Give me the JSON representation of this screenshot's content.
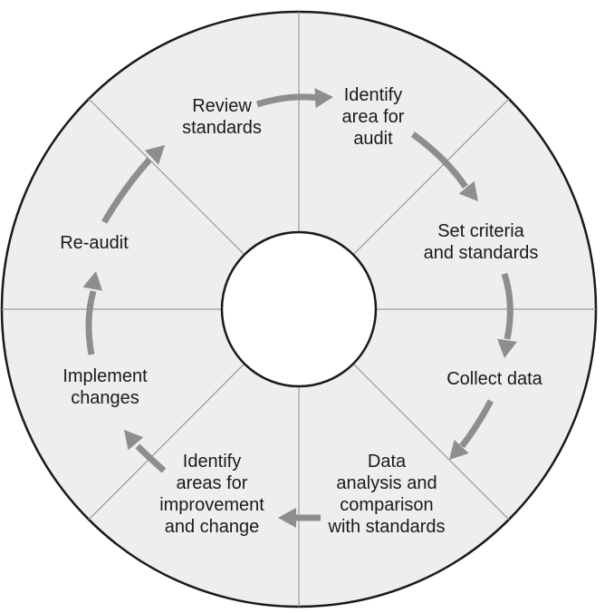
{
  "steps": [
    {
      "id": "identify-area",
      "text": "Identify\narea for\naudit"
    },
    {
      "id": "set-criteria",
      "text": "Set criteria\nand standards"
    },
    {
      "id": "collect-data",
      "text": "Collect data"
    },
    {
      "id": "data-analysis",
      "text": "Data\nanalysis and\ncomparison\nwith standards"
    },
    {
      "id": "identify-improvement",
      "text": "Identify\nareas for\nimprovement\nand change"
    },
    {
      "id": "implement-changes",
      "text": "Implement\nchanges"
    },
    {
      "id": "re-audit",
      "text": "Re-audit"
    },
    {
      "id": "review-standards",
      "text": "Review\nstandards"
    }
  ],
  "colors": {
    "ring_fill": "#eeeeee",
    "outline": "#1a1a1a",
    "divider": "#9a9a9a",
    "arrow": "#8e8e8e"
  }
}
